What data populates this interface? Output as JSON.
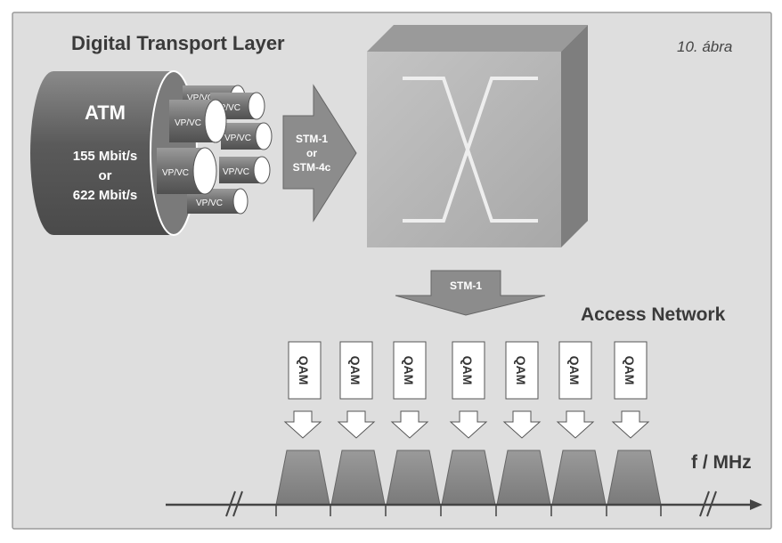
{
  "figure_label": "10. ábra",
  "titles": {
    "top": "Digital Transport Layer",
    "access": "Access Network"
  },
  "atm": {
    "label": "ATM",
    "rate_1": "155 Mbit/s",
    "or": "or",
    "rate_2": "622 Mbit/s",
    "vp_label": "VP/VC"
  },
  "arrow_right": {
    "line1": "STM-1",
    "line2": "or",
    "line3": "STM-4c"
  },
  "arrow_down": "STM-1",
  "qam_label": "QAM",
  "freq_axis_label": "f / MHz",
  "colors": {
    "panel_bg": "#dcdcdc",
    "cylinder": "#666666",
    "crossconnect_face": "#b3b3b3",
    "crossconnect_side": "#888888",
    "arrow": "#8c8c8c",
    "spectrum": "#8a8a8a"
  }
}
